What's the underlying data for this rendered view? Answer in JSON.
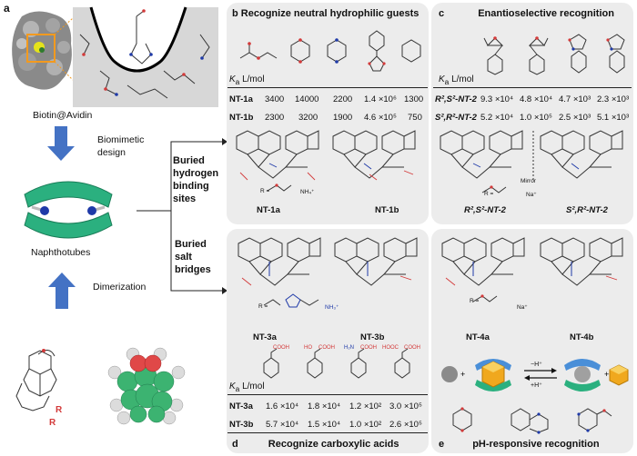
{
  "panel_a": {
    "letter": "a",
    "protein_caption": "Biotin@Avidin",
    "arrow1_label_1": "Biomimetic",
    "arrow1_label_2": "design",
    "host_caption": "Naphthotubes",
    "arrow2_label": "Dimerization",
    "r_label_1": "R",
    "r_label_2": "R"
  },
  "branch_top": {
    "line1": "Buried",
    "line2": "hydrogen",
    "line3": "binding",
    "line4": "sites"
  },
  "branch_bottom": {
    "line1": "Buried",
    "line2": "salt",
    "line3": "bridges"
  },
  "panel_b": {
    "letter": "b",
    "title": "Recognize neutral hydrophilic guests",
    "ka_label": "K",
    "ka_sub": "a",
    "ka_unit": " L/mol",
    "rows": [
      {
        "name": "NT-1a",
        "values": [
          "3400",
          "14000",
          "2200",
          "1.4 ×10⁶",
          "1300"
        ]
      },
      {
        "name": "NT-1b",
        "values": [
          "2300",
          "3200",
          "1900",
          "4.6 ×10⁵",
          "750"
        ]
      }
    ],
    "r_def": "R =",
    "counterion": "NH₄⁺",
    "struct_1": "NT-1a",
    "struct_2": "NT-1b"
  },
  "panel_c": {
    "letter": "c",
    "title": "Enantioselective recognition",
    "ka_label": "K",
    "ka_sub": "a",
    "ka_unit": " L/mol",
    "rows": [
      {
        "name": "R²,S²-NT-2",
        "values": [
          "9.3 ×10⁴",
          "4.8 ×10⁴",
          "4.7 ×10³",
          "2.3 ×10³"
        ]
      },
      {
        "name": "S²,R²-NT-2",
        "values": [
          "5.2 ×10⁴",
          "1.0 ×10⁵",
          "2.5 ×10³",
          "5.1 ×10³"
        ]
      }
    ],
    "mirror": "Mirror",
    "r_def": "R =",
    "counterion": "Na⁺",
    "struct_1": "R²,S²-NT-2",
    "struct_2": "S²,R²-NT-2"
  },
  "panel_d": {
    "letter": "d",
    "title": "Recognize carboxylic acids",
    "ka_label": "K",
    "ka_sub": "a",
    "ka_unit": " L/mol",
    "cooh": "COOH",
    "hooc": "HOOC",
    "ho": "HO",
    "h2n": "H₂N",
    "rows": [
      {
        "name": "NT-3a",
        "values": [
          "1.6 ×10⁴",
          "1.8 ×10⁴",
          "1.2 ×10²",
          "3.0 ×10⁵"
        ]
      },
      {
        "name": "NT-3b",
        "values": [
          "5.7 ×10⁴",
          "1.5 ×10⁴",
          "1.0 ×10²",
          "2.6 ×10⁵"
        ]
      }
    ],
    "r_def": "R =",
    "amine": "NH₃⁺",
    "struct_1": "NT-3a",
    "struct_2": "NT-3b"
  },
  "panel_e": {
    "letter": "e",
    "title": "pH-responsive recognition",
    "r_def": "R =",
    "counterion": "Na⁺",
    "struct_1": "NT-4a",
    "struct_2": "NT-4b",
    "minus_h": "−H⁺",
    "plus_h": "+H⁺"
  },
  "colors": {
    "panel_bg": "#ececec",
    "arrow_blue": "#4472c4",
    "host_green": "#2bb07f",
    "red": "#d33a3a",
    "blue_atom": "#1f3aa8"
  }
}
